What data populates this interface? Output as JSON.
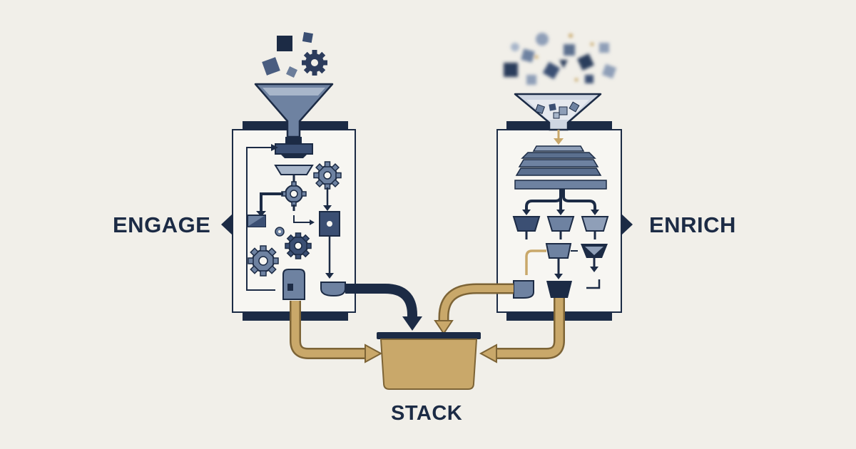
{
  "labels": {
    "engage": "ENGAGE",
    "enrich": "ENRICH",
    "stack": "STACK"
  },
  "colors": {
    "background": "#f1efe9",
    "navy": "#1c2b45",
    "steel": "#5b6f8e",
    "light_steel": "#8f9fb8",
    "gold": "#c9a86a",
    "gold_dark": "#7d6436",
    "panel": "#f7f6f2"
  },
  "icons": [
    "funnel-icon",
    "gear-icon",
    "arrow-icon",
    "bin-icon",
    "press-stack-icon"
  ]
}
